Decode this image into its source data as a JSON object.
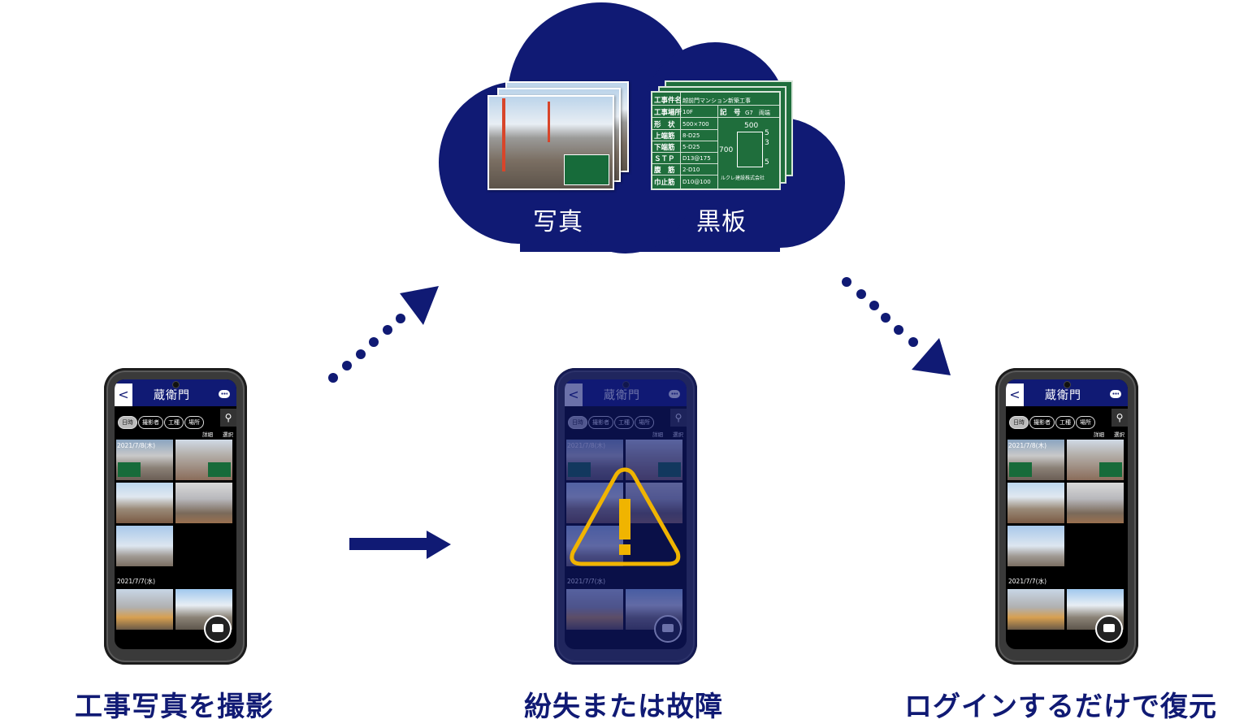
{
  "colors": {
    "navy": "#101a74",
    "warning": "#f0b400",
    "board_green": "#1f6e3c",
    "white": "#ffffff"
  },
  "cloud": {
    "labels": {
      "photo": "写真",
      "blackboard": "黒板"
    },
    "blackboard": {
      "rows": [
        {
          "label": "工事件名",
          "value": "越前門マンション新築工事"
        },
        {
          "label": "工事場所",
          "value": "10F"
        },
        {
          "label": "形　状",
          "value": "500×700"
        },
        {
          "label": "上端筋",
          "value": "8-D25"
        },
        {
          "label": "下端筋",
          "value": "5-D25"
        },
        {
          "label": "ＳＴＰ",
          "value": "D13@175"
        },
        {
          "label": "腹　筋",
          "value": "2-D10"
        },
        {
          "label": "巾止筋",
          "value": "D10@100"
        }
      ],
      "symbol_label": "記　号",
      "symbol_value": "G7　両端",
      "dim_width": "500",
      "dim_height": "700",
      "dim_right": [
        "5",
        "3",
        "5"
      ],
      "company": "ルクレ建設株式会社"
    }
  },
  "phone": {
    "back": "<",
    "logo": "蔵衛門",
    "chips": [
      "日時",
      "撮影者",
      "工種",
      "場所"
    ],
    "search_icon": "🔍",
    "links": [
      "詳細",
      "選択"
    ],
    "dates": [
      "2021/7/8(木)",
      "2021/7/7(水)"
    ]
  },
  "warning": {
    "glyph": "!"
  },
  "captions": [
    "工事写真を撮影",
    "紛失または故障",
    "ログインするだけで復元"
  ]
}
